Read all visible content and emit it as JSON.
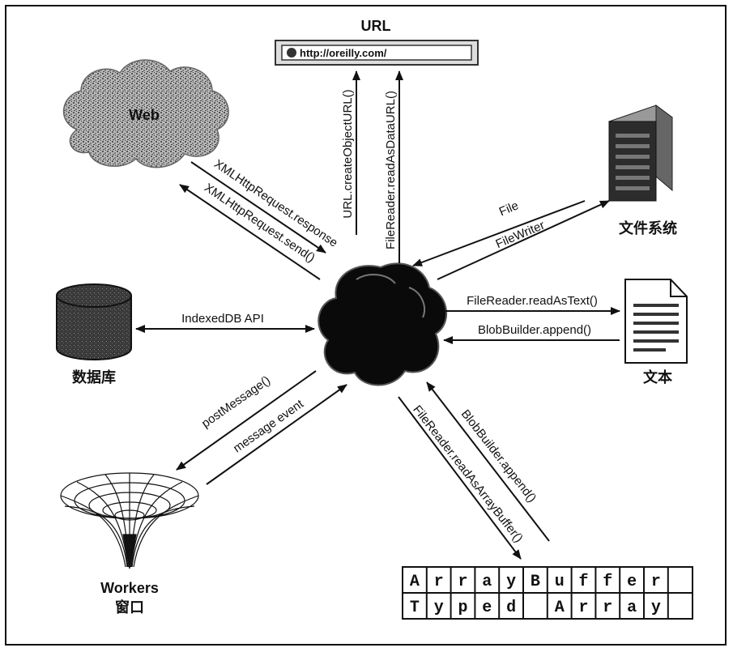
{
  "url_node": {
    "title": "URL",
    "address": "http://oreilly.com/"
  },
  "web_node": {
    "label": "Web"
  },
  "filesystem_node": {
    "label": "文件系统"
  },
  "text_node": {
    "label": "文本"
  },
  "database_node": {
    "label": "数据库"
  },
  "workers_node": {
    "label_en": "Workers",
    "label_zh": "窗口"
  },
  "typed_array_table": {
    "row1": [
      "A",
      "r",
      "r",
      "a",
      "y",
      "B",
      "u",
      "f",
      "f",
      "e",
      "r",
      ""
    ],
    "row2": [
      "T",
      "y",
      "p",
      "e",
      "d",
      "",
      "A",
      "r",
      "r",
      "a",
      "y",
      ""
    ]
  },
  "edges": {
    "url_create": "URL.createObjectURL()",
    "url_data": "FileReader.readAsDataURL()",
    "xhr_response": "XMLHttpRequest.response",
    "xhr_send": "XMLHttpRequest.send()",
    "file": "File",
    "filewriter": "FileWriter",
    "read_text": "FileReader.readAsText()",
    "blob_append_text": "BlobBuilder.append()",
    "indexeddb": "IndexedDB API",
    "postmessage": "postMessage()",
    "message_event": "message event",
    "blob_append_ab": "BlobBuilder.append()",
    "read_arraybuffer": "FileReader.readAsArrayBuffer()"
  }
}
